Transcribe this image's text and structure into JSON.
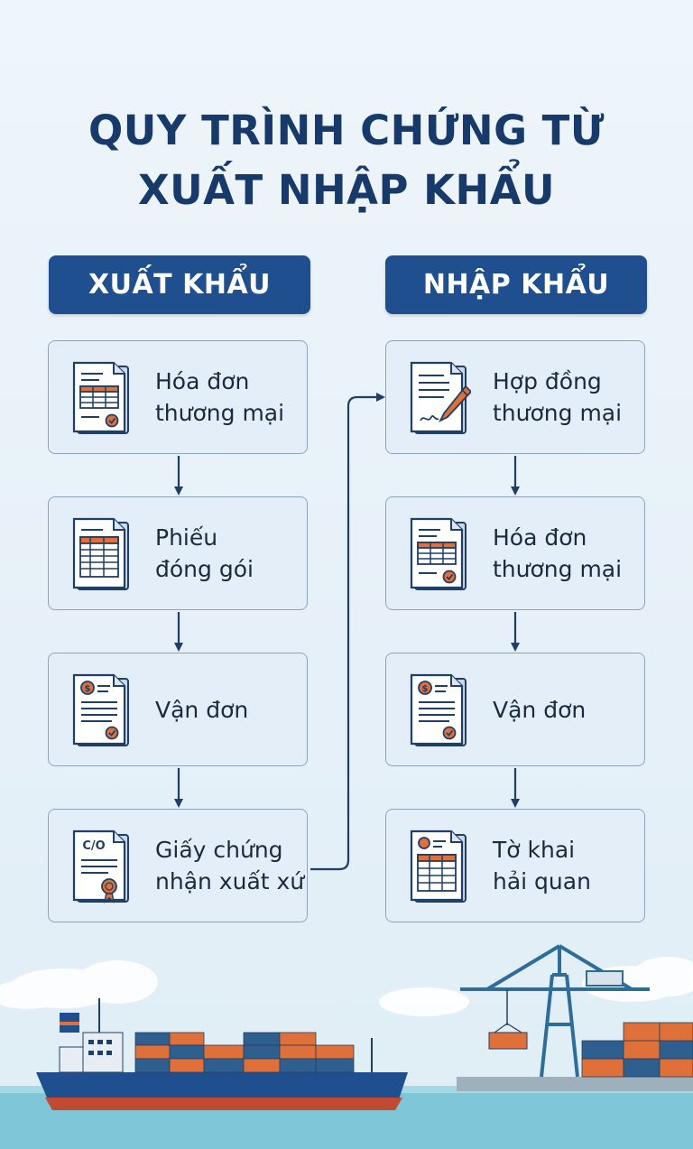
{
  "title": {
    "line1": "QUY TRÌNH CHỨNG TỪ",
    "line2": "XUẤT NHẬP KHẨU"
  },
  "columns": [
    {
      "header": "XUẤT KHẨU",
      "steps": [
        {
          "line1": "Hóa đơn",
          "line2": "thương mại",
          "icon": "invoice-icon"
        },
        {
          "line1": "Phiếu",
          "line2": "đóng gói",
          "icon": "packing-list-icon"
        },
        {
          "line1": "Vận đơn",
          "line2": "",
          "icon": "bill-of-lading-icon"
        },
        {
          "line1": "Giấy chứng",
          "line2": "nhận xuất xứ",
          "icon": "certificate-of-origin-icon",
          "icon_text": "C/O"
        }
      ]
    },
    {
      "header": "NHẬP KHẨU",
      "steps": [
        {
          "line1": "Hợp đồng",
          "line2": "thương mại",
          "icon": "contract-icon"
        },
        {
          "line1": "Hóa đơn",
          "line2": "thương mại",
          "icon": "invoice-icon"
        },
        {
          "line1": "Vận đơn",
          "line2": "",
          "icon": "bill-of-lading-icon"
        },
        {
          "line1": "Tờ khai",
          "line2": "hải quan",
          "icon": "customs-declaration-icon"
        }
      ]
    }
  ],
  "colors": {
    "title": "#173a6a",
    "header_bg": "#1f4f8f",
    "card_bg": "#e4eef8",
    "arrow": "#1f3f66",
    "accent_orange": "#e0703a"
  }
}
